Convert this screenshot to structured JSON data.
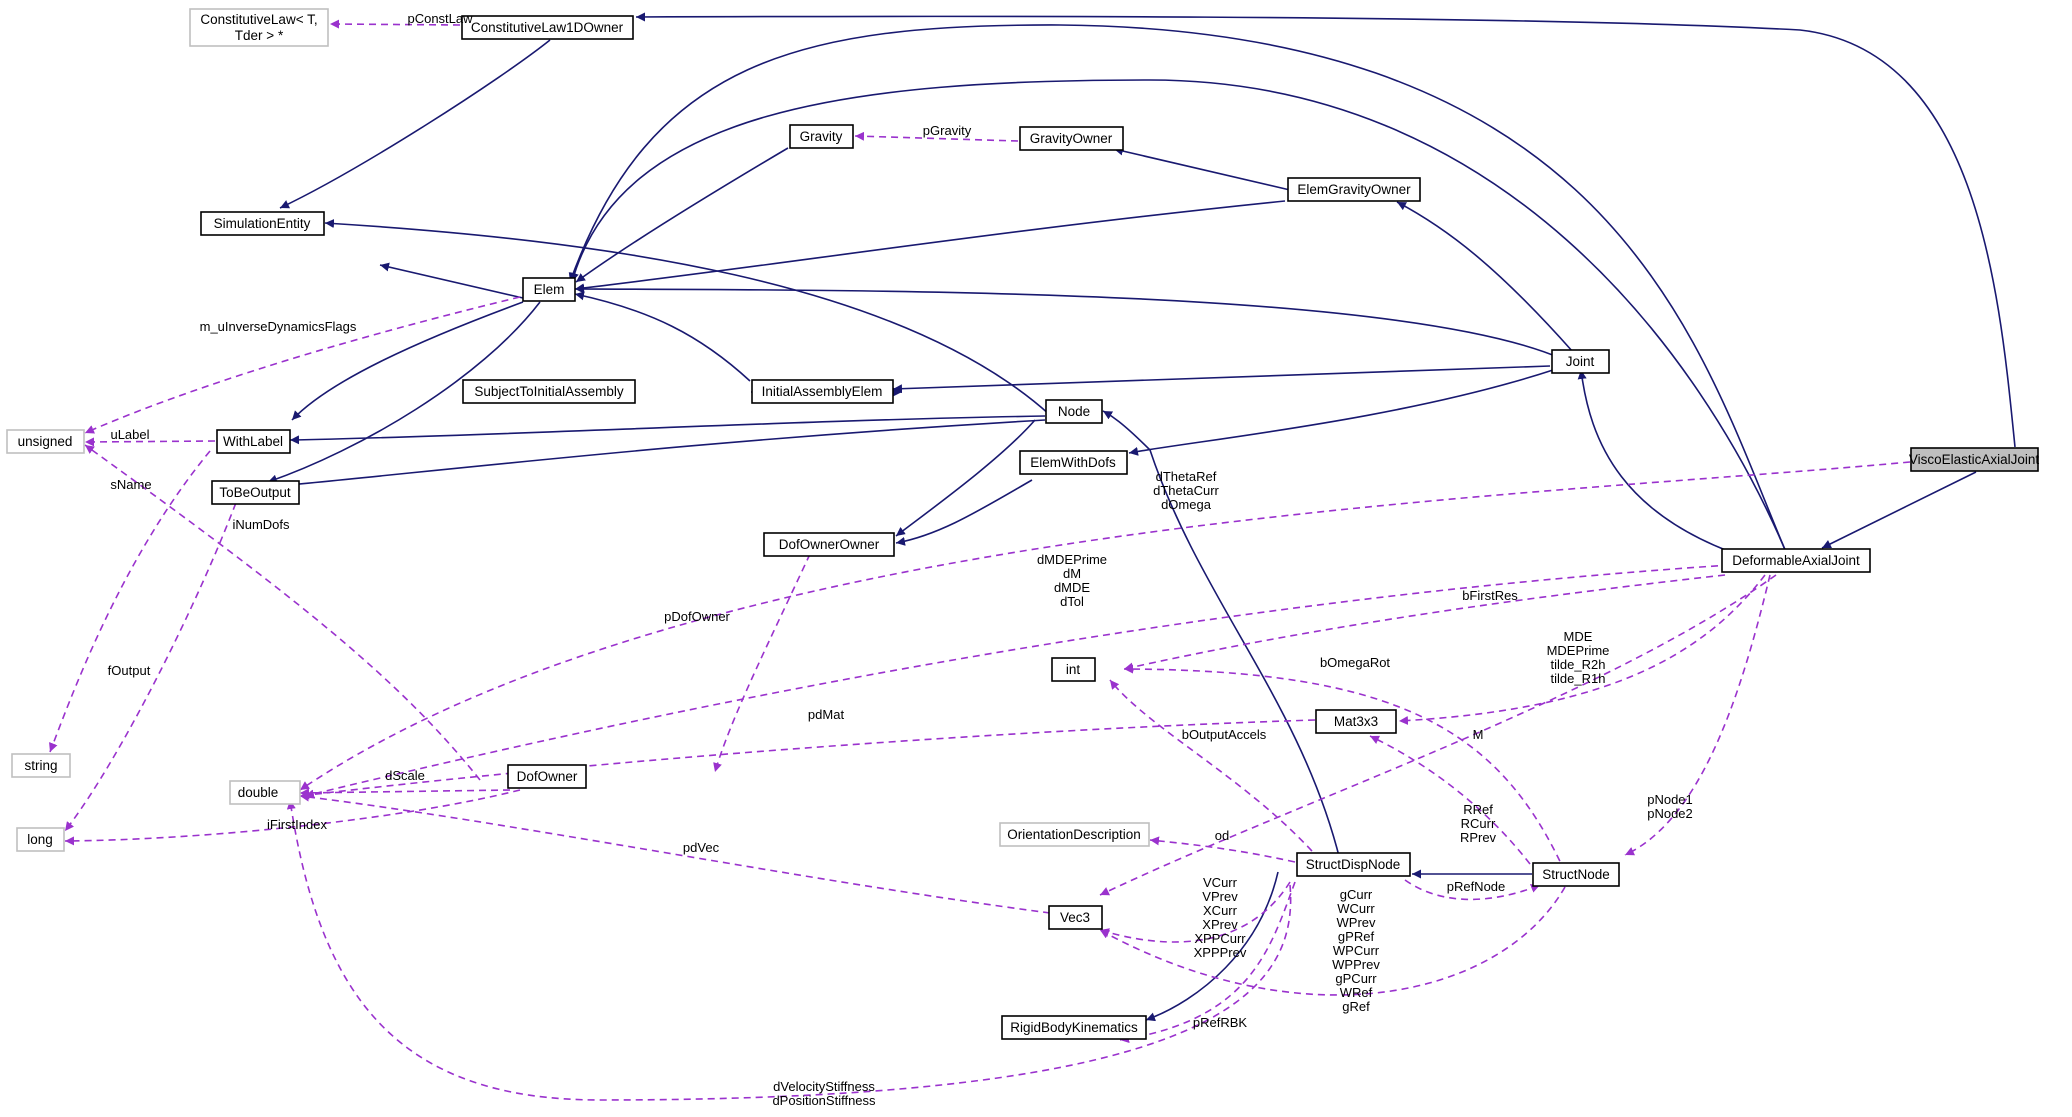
{
  "colors": {
    "inheritance": "#191970",
    "usage": "#9a32cd",
    "focus_fill": "#bfbfbf",
    "external_border": "#bfbfbf"
  },
  "nodes": {
    "ConstitutiveLaw": [
      "ConstitutiveLaw< T,",
      "Tder > *"
    ],
    "ConstitutiveLaw1DOwner": [
      "ConstitutiveLaw1DOwner"
    ],
    "SimulationEntity": [
      "SimulationEntity"
    ],
    "Gravity": [
      "Gravity"
    ],
    "GravityOwner": [
      "GravityOwner"
    ],
    "ElemGravityOwner": [
      "ElemGravityOwner"
    ],
    "Elem": [
      "Elem"
    ],
    "unsigned": [
      "unsigned"
    ],
    "SubjectToInitialAssembly": [
      "SubjectToInitialAssembly"
    ],
    "InitialAssemblyElem": [
      "InitialAssemblyElem"
    ],
    "Joint": [
      "Joint"
    ],
    "WithLabel": [
      "WithLabel"
    ],
    "Node": [
      "Node"
    ],
    "ToBeOutput": [
      "ToBeOutput"
    ],
    "ElemWithDofs": [
      "ElemWithDofs"
    ],
    "VES": [
      "ViscoElasticAxialJoint"
    ],
    "DofOwnerOwner": [
      "DofOwnerOwner"
    ],
    "DeformableAxialJoint": [
      "DeformableAxialJoint"
    ],
    "int": [
      "int"
    ],
    "Mat3x3": [
      "Mat3x3"
    ],
    "string": [
      "string"
    ],
    "double": [
      "double"
    ],
    "DofOwner": [
      "DofOwner"
    ],
    "long": [
      "long"
    ],
    "OrientationDescription": [
      "OrientationDescription"
    ],
    "StructDispNode": [
      "StructDispNode"
    ],
    "StructNode": [
      "StructNode"
    ],
    "Vec3": [
      "Vec3"
    ],
    "RigidBodyKinematics": [
      "RigidBodyKinematics"
    ]
  },
  "edge_labels": {
    "pConstLaw": [
      "pConstLaw"
    ],
    "pGravity": [
      "pGravity"
    ],
    "m_uInverseDynamicsFlags": [
      "m_uInverseDynamicsFlags"
    ],
    "uLabel": [
      "uLabel"
    ],
    "sName": [
      "sName"
    ],
    "iNumDofs": [
      "iNumDofs"
    ],
    "fOutput": [
      "fOutput"
    ],
    "dTheta": [
      "dThetaRef",
      "dThetaCurr",
      "dOmega"
    ],
    "dMDEPrime": [
      "dMDEPrime",
      "dM",
      "dMDE",
      "dTol"
    ],
    "pDofOwner": [
      "pDofOwner"
    ],
    "bFirstRes": [
      "bFirstRes"
    ],
    "MDE": [
      "MDE",
      "MDEPrime",
      "tilde_R2h",
      "tilde_R1h"
    ],
    "bOmegaRot": [
      "bOmegaRot"
    ],
    "pdMat": [
      "pdMat"
    ],
    "M": [
      "M"
    ],
    "bOutputAccels": [
      "bOutputAccels"
    ],
    "dScale": [
      "dScale"
    ],
    "pNode": [
      "pNode1",
      "pNode2"
    ],
    "iFirstIndex": [
      "iFirstIndex"
    ],
    "RRef": [
      "RRef",
      "RCurr",
      "RPrev"
    ],
    "od": [
      "od"
    ],
    "pdVec": [
      "pdVec"
    ],
    "pRefNode": [
      "pRefNode"
    ],
    "VCurr": [
      "VCurr",
      "VPrev",
      "XCurr",
      "XPrev",
      "XPPCurr",
      "XPPPrev"
    ],
    "gCurr": [
      "gCurr",
      "WCurr",
      "WPrev",
      "gPRef",
      "WPCurr",
      "WPPrev",
      "gPCurr",
      "WRef",
      "gRef"
    ],
    "pRefRBK": [
      "pRefRBK"
    ],
    "dStiff": [
      "dVelocityStiffness",
      "dPositionStiffness"
    ]
  }
}
